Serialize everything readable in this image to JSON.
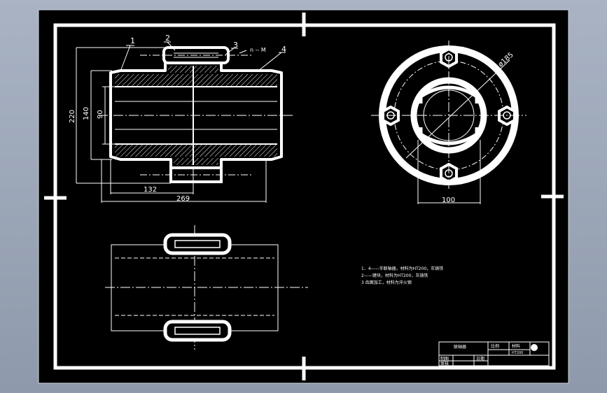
{
  "part_labels": [
    "1",
    "2",
    "3",
    "4"
  ],
  "leader_text": "n -- M",
  "dimensions": {
    "d220": "220",
    "d140": "140",
    "d90": "90",
    "d132": "132",
    "d269": "269",
    "d100": "100",
    "d185": "ø185"
  },
  "notes": [
    "1．4——半联轴器，材料为HT200，灰铸铁",
    "2——键块，材料为HT200，灰铸铁",
    "3 齿面加工，材料为淬火钢"
  ],
  "title_block": {
    "name": "联轴器",
    "scale_label": "比例",
    "material_label": "材料",
    "material_value": "HT200",
    "drawn_label": "制图",
    "checked_label": "审核",
    "date_label": "日期"
  },
  "colors": {
    "background": "#000000",
    "lines": "#ffffff",
    "frame_outer": "#a9b3c4"
  }
}
